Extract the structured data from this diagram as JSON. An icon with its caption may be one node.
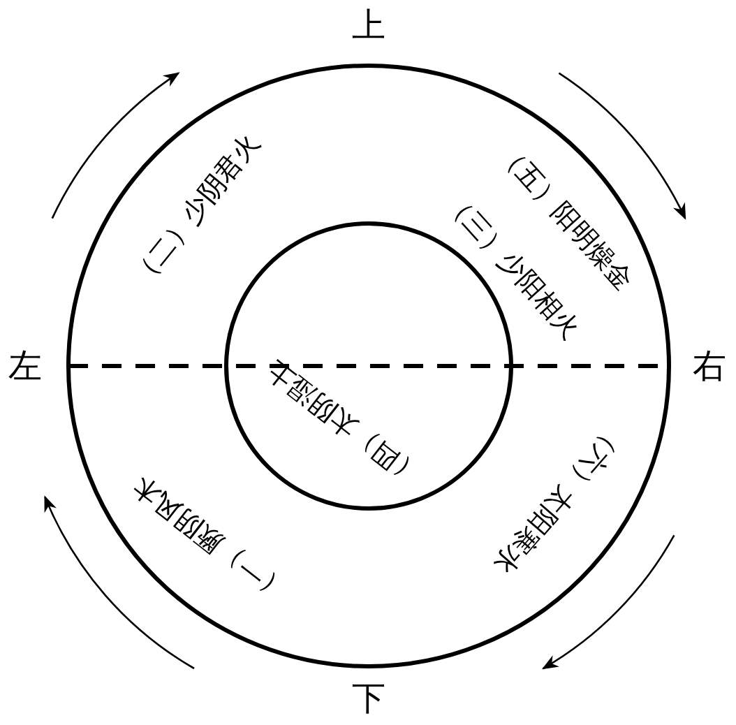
{
  "diagram": {
    "labels": [
      "上",
      "（二）少阴君火",
      "（五）阳明燥金",
      "（三）少阳相火",
      "左",
      "右",
      "（四）太阴湿土",
      "（一）厥阴风木",
      "（六）太阳寒水",
      "下"
    ]
  }
}
